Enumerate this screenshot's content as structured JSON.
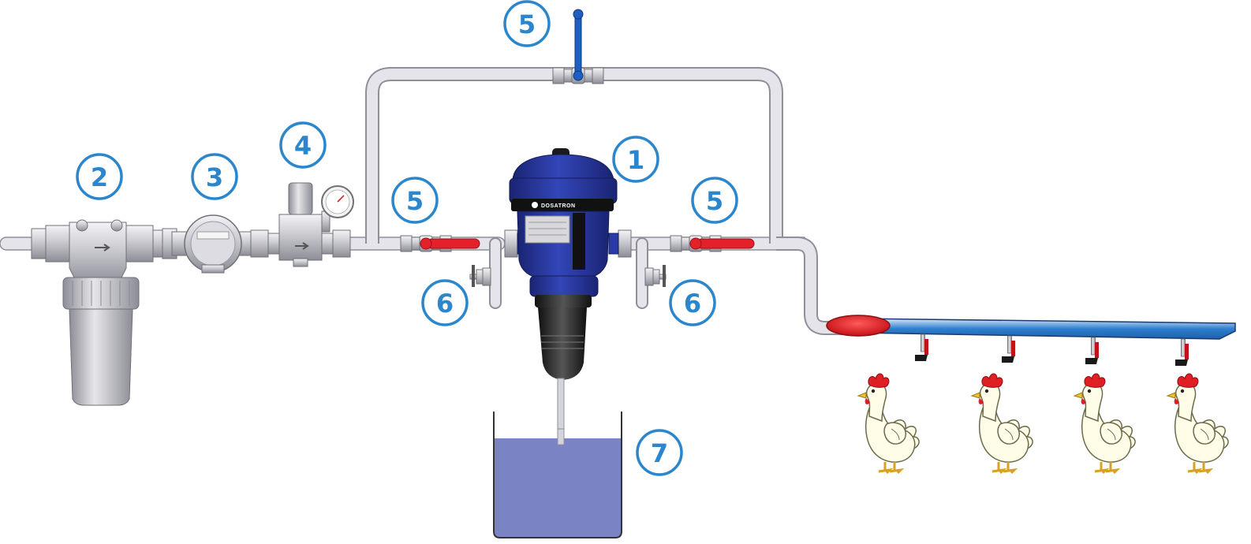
{
  "diagram": {
    "callouts": [
      {
        "id": "dosatron",
        "label": "1"
      },
      {
        "id": "filter",
        "label": "2"
      },
      {
        "id": "water-meter",
        "label": "3"
      },
      {
        "id": "pressure-regulator",
        "label": "4"
      },
      {
        "id": "bypass-valve",
        "label": "5"
      },
      {
        "id": "inlet-valve",
        "label": "5"
      },
      {
        "id": "outlet-valve",
        "label": "5"
      },
      {
        "id": "inlet-drain-valve",
        "label": "6"
      },
      {
        "id": "outlet-drain-valve",
        "label": "6"
      },
      {
        "id": "stock-solution-tank",
        "label": "7"
      }
    ],
    "dosatron_brand": "DOSATRON",
    "colors": {
      "callout": "#2b86cc",
      "pipe_fill": "#e4e4ea",
      "pipe_stroke": "#8f8f9a",
      "dosatron_blue": "#23339a",
      "valve_handle_red": "#e4202a",
      "bypass_handle_blue": "#1f5fc0",
      "tank_liquid": "#7a84c4",
      "drinker_line_blue": "#2e7fcf",
      "hen_comb_red": "#e01e24"
    },
    "icons": [
      "filter-icon",
      "water-meter-icon",
      "pressure-gauge-icon",
      "ball-valve-icon",
      "dosing-pump-icon",
      "chicken-icon"
    ]
  }
}
